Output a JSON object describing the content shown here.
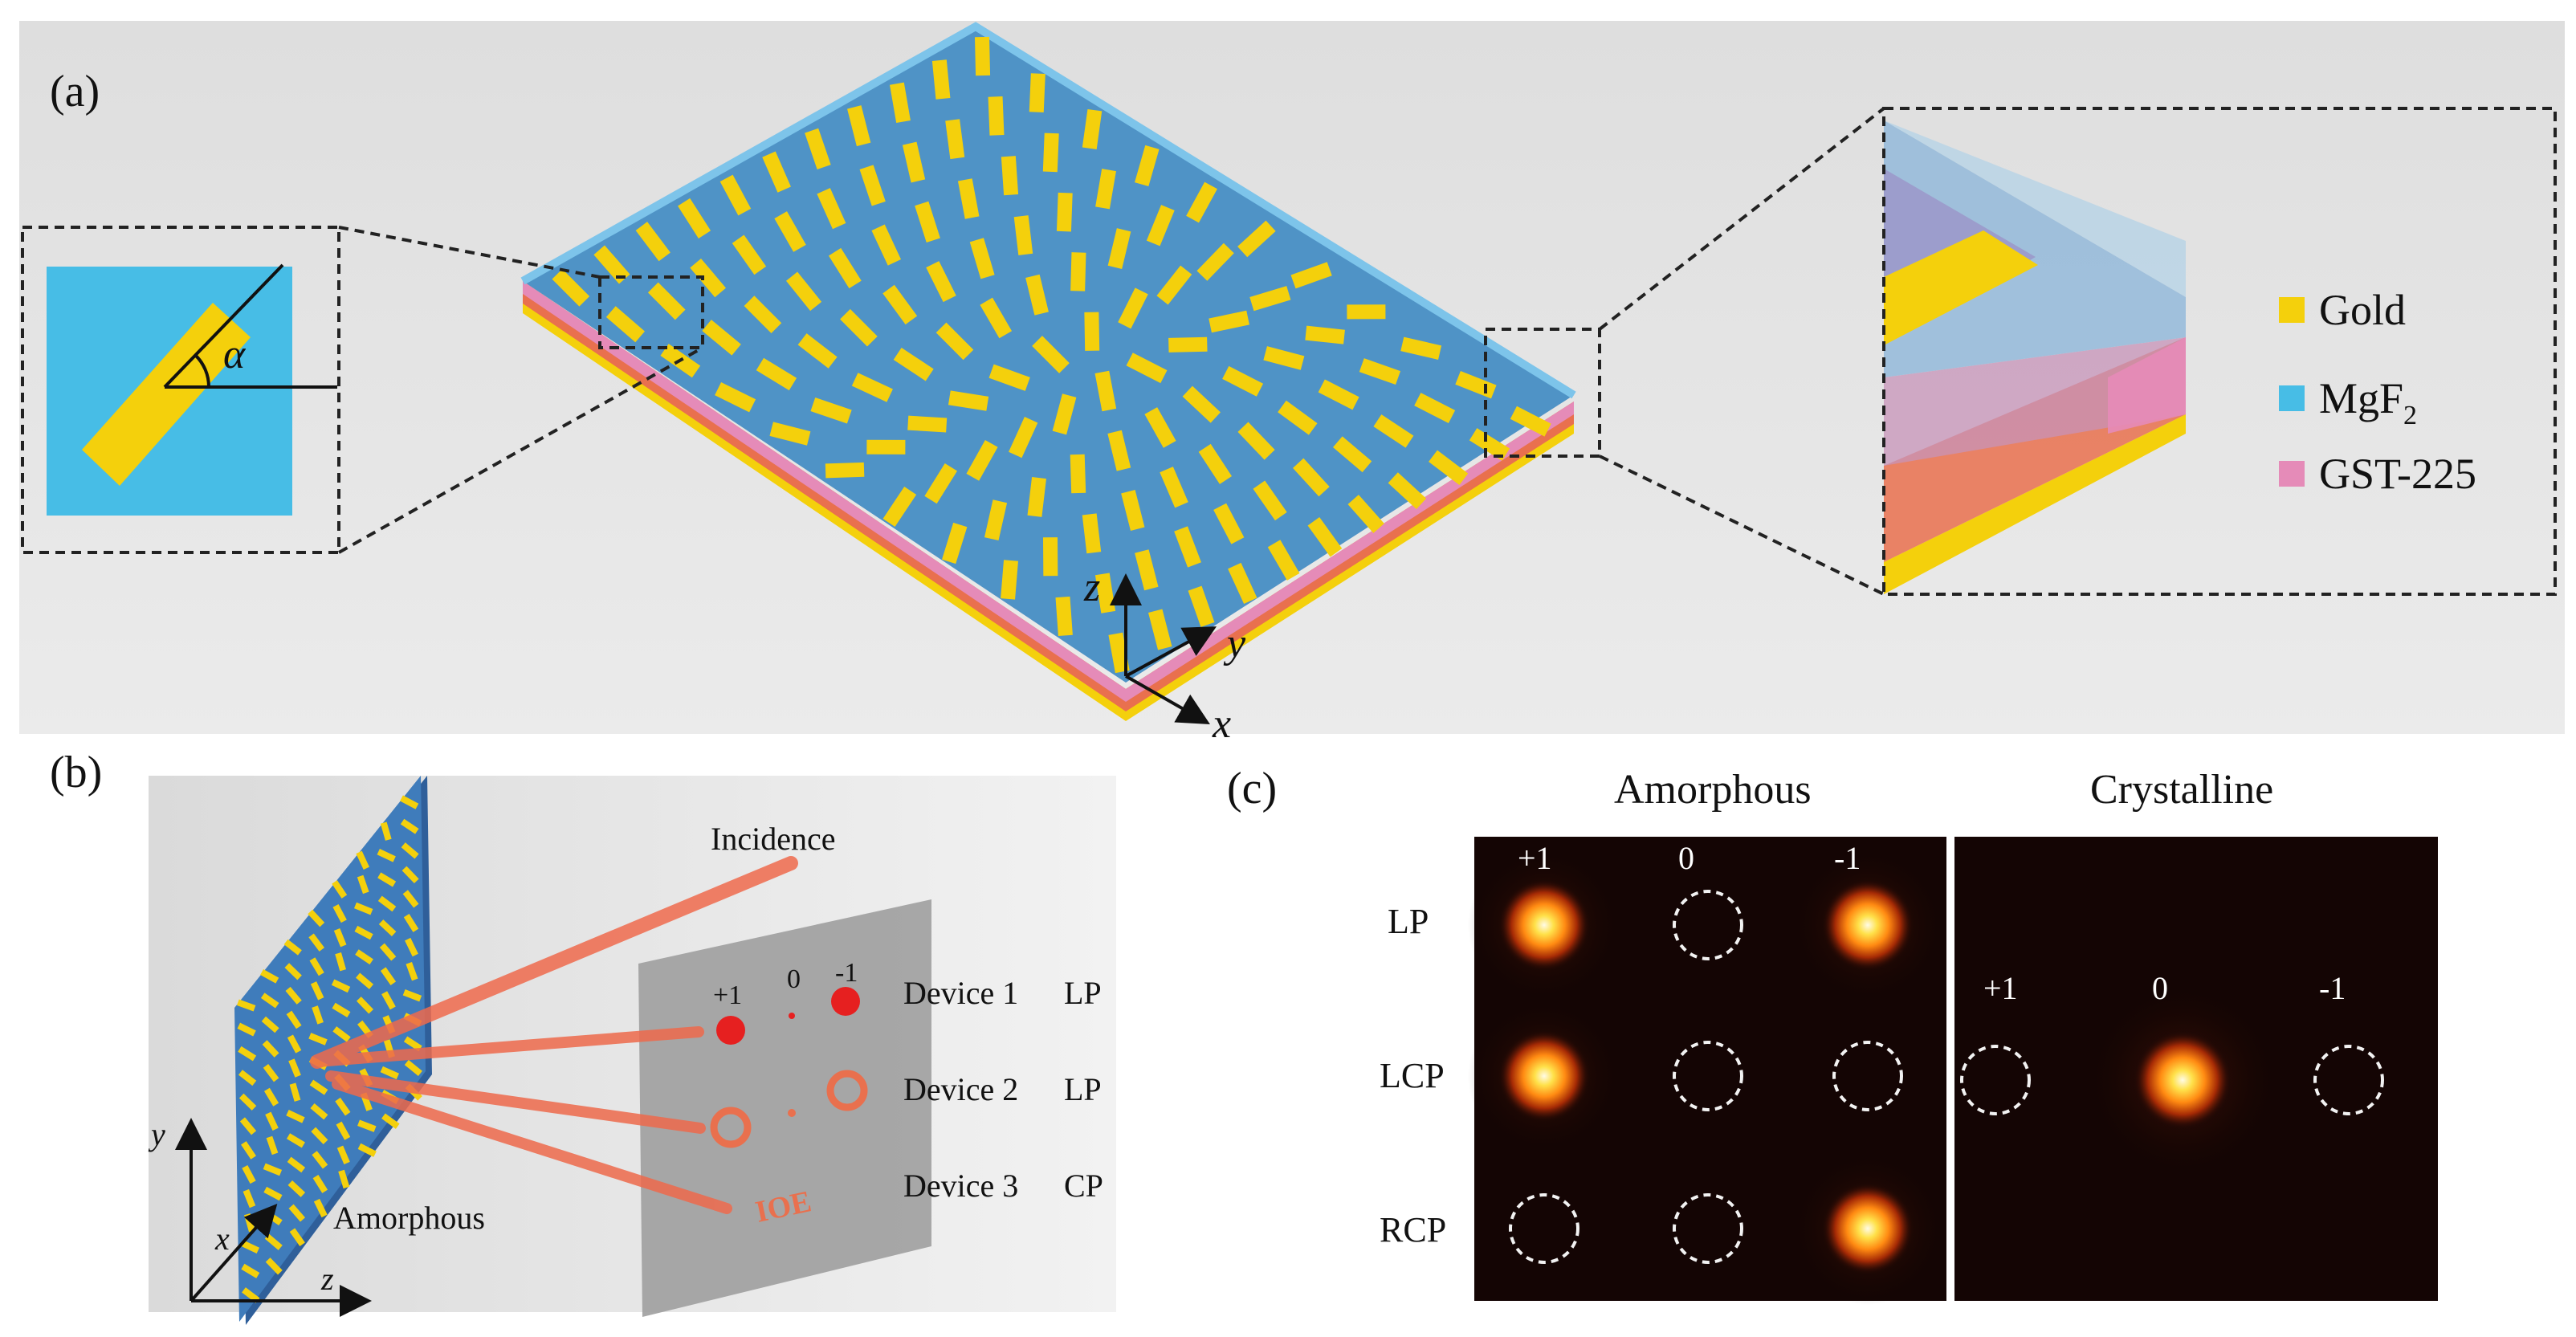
{
  "panel_a": {
    "label": "(a)",
    "angle_symbol": "α",
    "axes": {
      "z": "z",
      "y": "y",
      "x": "x"
    },
    "legend": [
      {
        "name": "Gold",
        "color": "#f4d00c"
      },
      {
        "name": "MgF",
        "sub": "2",
        "color": "#47bde6"
      },
      {
        "name": "GST-225",
        "color": "#e58bb8"
      }
    ],
    "colors": {
      "gold": "#f4d00c",
      "top_face": "#4f93c6",
      "mgf2": "#47bde6",
      "gst": "#e58bb8",
      "orange": "#e9704e"
    }
  },
  "panel_b": {
    "label": "(b)",
    "incidence": "Incidence",
    "amorphous": "Amorphous",
    "orders": [
      "+1",
      "0",
      "-1"
    ],
    "ioe": "IOE",
    "devices": [
      {
        "name": "Device 1",
        "pol": "LP"
      },
      {
        "name": "Device 2",
        "pol": "LP"
      },
      {
        "name": "Device 3",
        "pol": "CP"
      }
    ],
    "axes": {
      "y": "y",
      "x": "x",
      "z": "z"
    },
    "beam_color": "#ee6a4c"
  },
  "panel_c": {
    "label": "(c)",
    "left_title": "Amorphous",
    "right_title": "Crystalline",
    "row_labels": [
      "LP",
      "LCP",
      "RCP"
    ],
    "left_orders": [
      "+1",
      "0",
      "-1"
    ],
    "right_orders": [
      "+1",
      "0",
      "-1"
    ],
    "left_spots": [
      [
        1,
        0,
        1
      ],
      [
        1,
        0,
        0
      ],
      [
        0,
        0,
        1
      ]
    ],
    "right_spots": [
      0,
      1,
      0
    ]
  }
}
